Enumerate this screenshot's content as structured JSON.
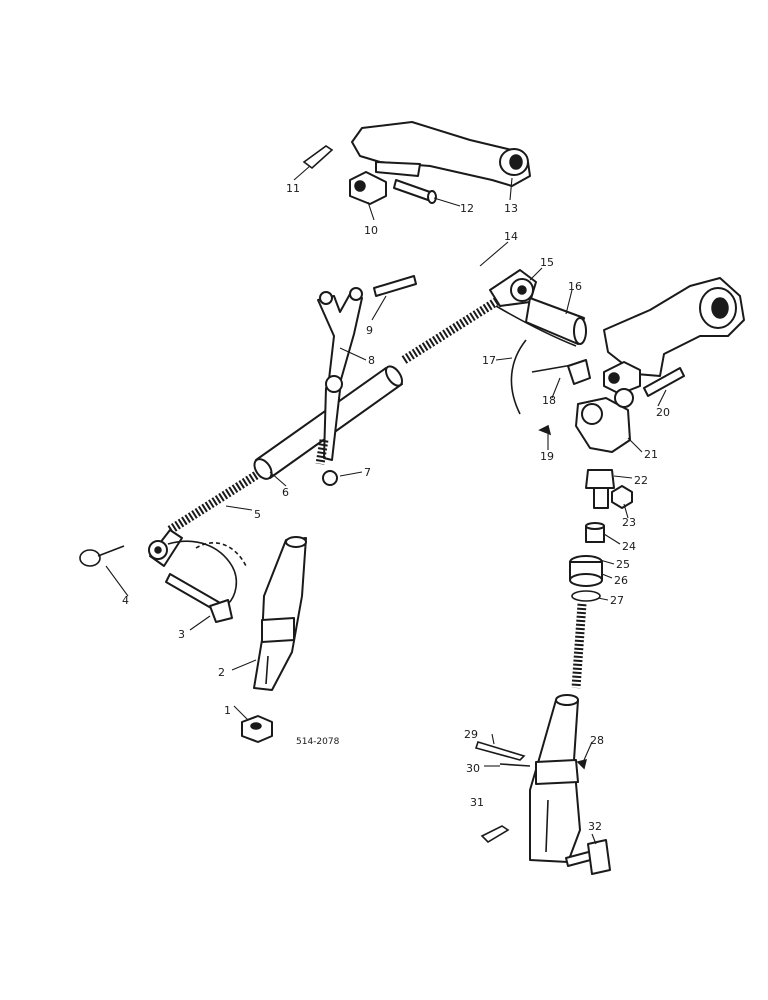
{
  "reference_code": "514-2078",
  "callouts": [
    "1",
    "2",
    "3",
    "4",
    "5",
    "6",
    "7",
    "8",
    "9",
    "10",
    "11",
    "12",
    "13",
    "14",
    "15",
    "16",
    "17",
    "18",
    "19",
    "20",
    "21",
    "22",
    "23",
    "24",
    "25",
    "26",
    "27",
    "28",
    "29",
    "30",
    "31",
    "32"
  ]
}
